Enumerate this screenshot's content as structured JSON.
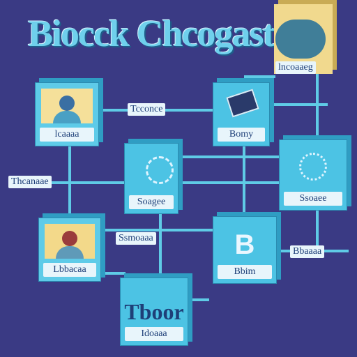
{
  "title": "Biocck Chcogast",
  "labels": {
    "top_right": "lncoaaeg",
    "a": "lcaaaa",
    "b": "Bomy",
    "c": "Tcconce",
    "d": "Soagee",
    "e": "Ssoaee",
    "f": "Thcanaae",
    "g": "Ssmoaaa",
    "h": "Lbbacaa",
    "i": "Bbim",
    "j": "Tboor",
    "k": "Idoaaa",
    "l": "Bbaaaa"
  },
  "icons": {
    "coin": "B"
  },
  "colors": {
    "background": "#3a3a84",
    "block": "#4cc3e4",
    "wire": "#5fcbe6",
    "portrait": "#f3d98a"
  }
}
